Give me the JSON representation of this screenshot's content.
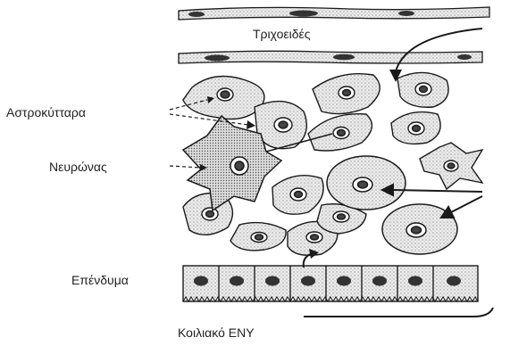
{
  "labels": {
    "capillaries": "Τριχοειδές",
    "astrocytes": "Αστροκύτταρα",
    "neuron": "Νευρώνας",
    "ependyma": "Επένδυμα",
    "ventricular_csf": "Κοιλιακό ΕΝΥ"
  },
  "colors": {
    "ink": "#1a1a1a",
    "cell_fill": "#e9e9e9",
    "nucleus": "#333333",
    "background": "#ffffff"
  }
}
